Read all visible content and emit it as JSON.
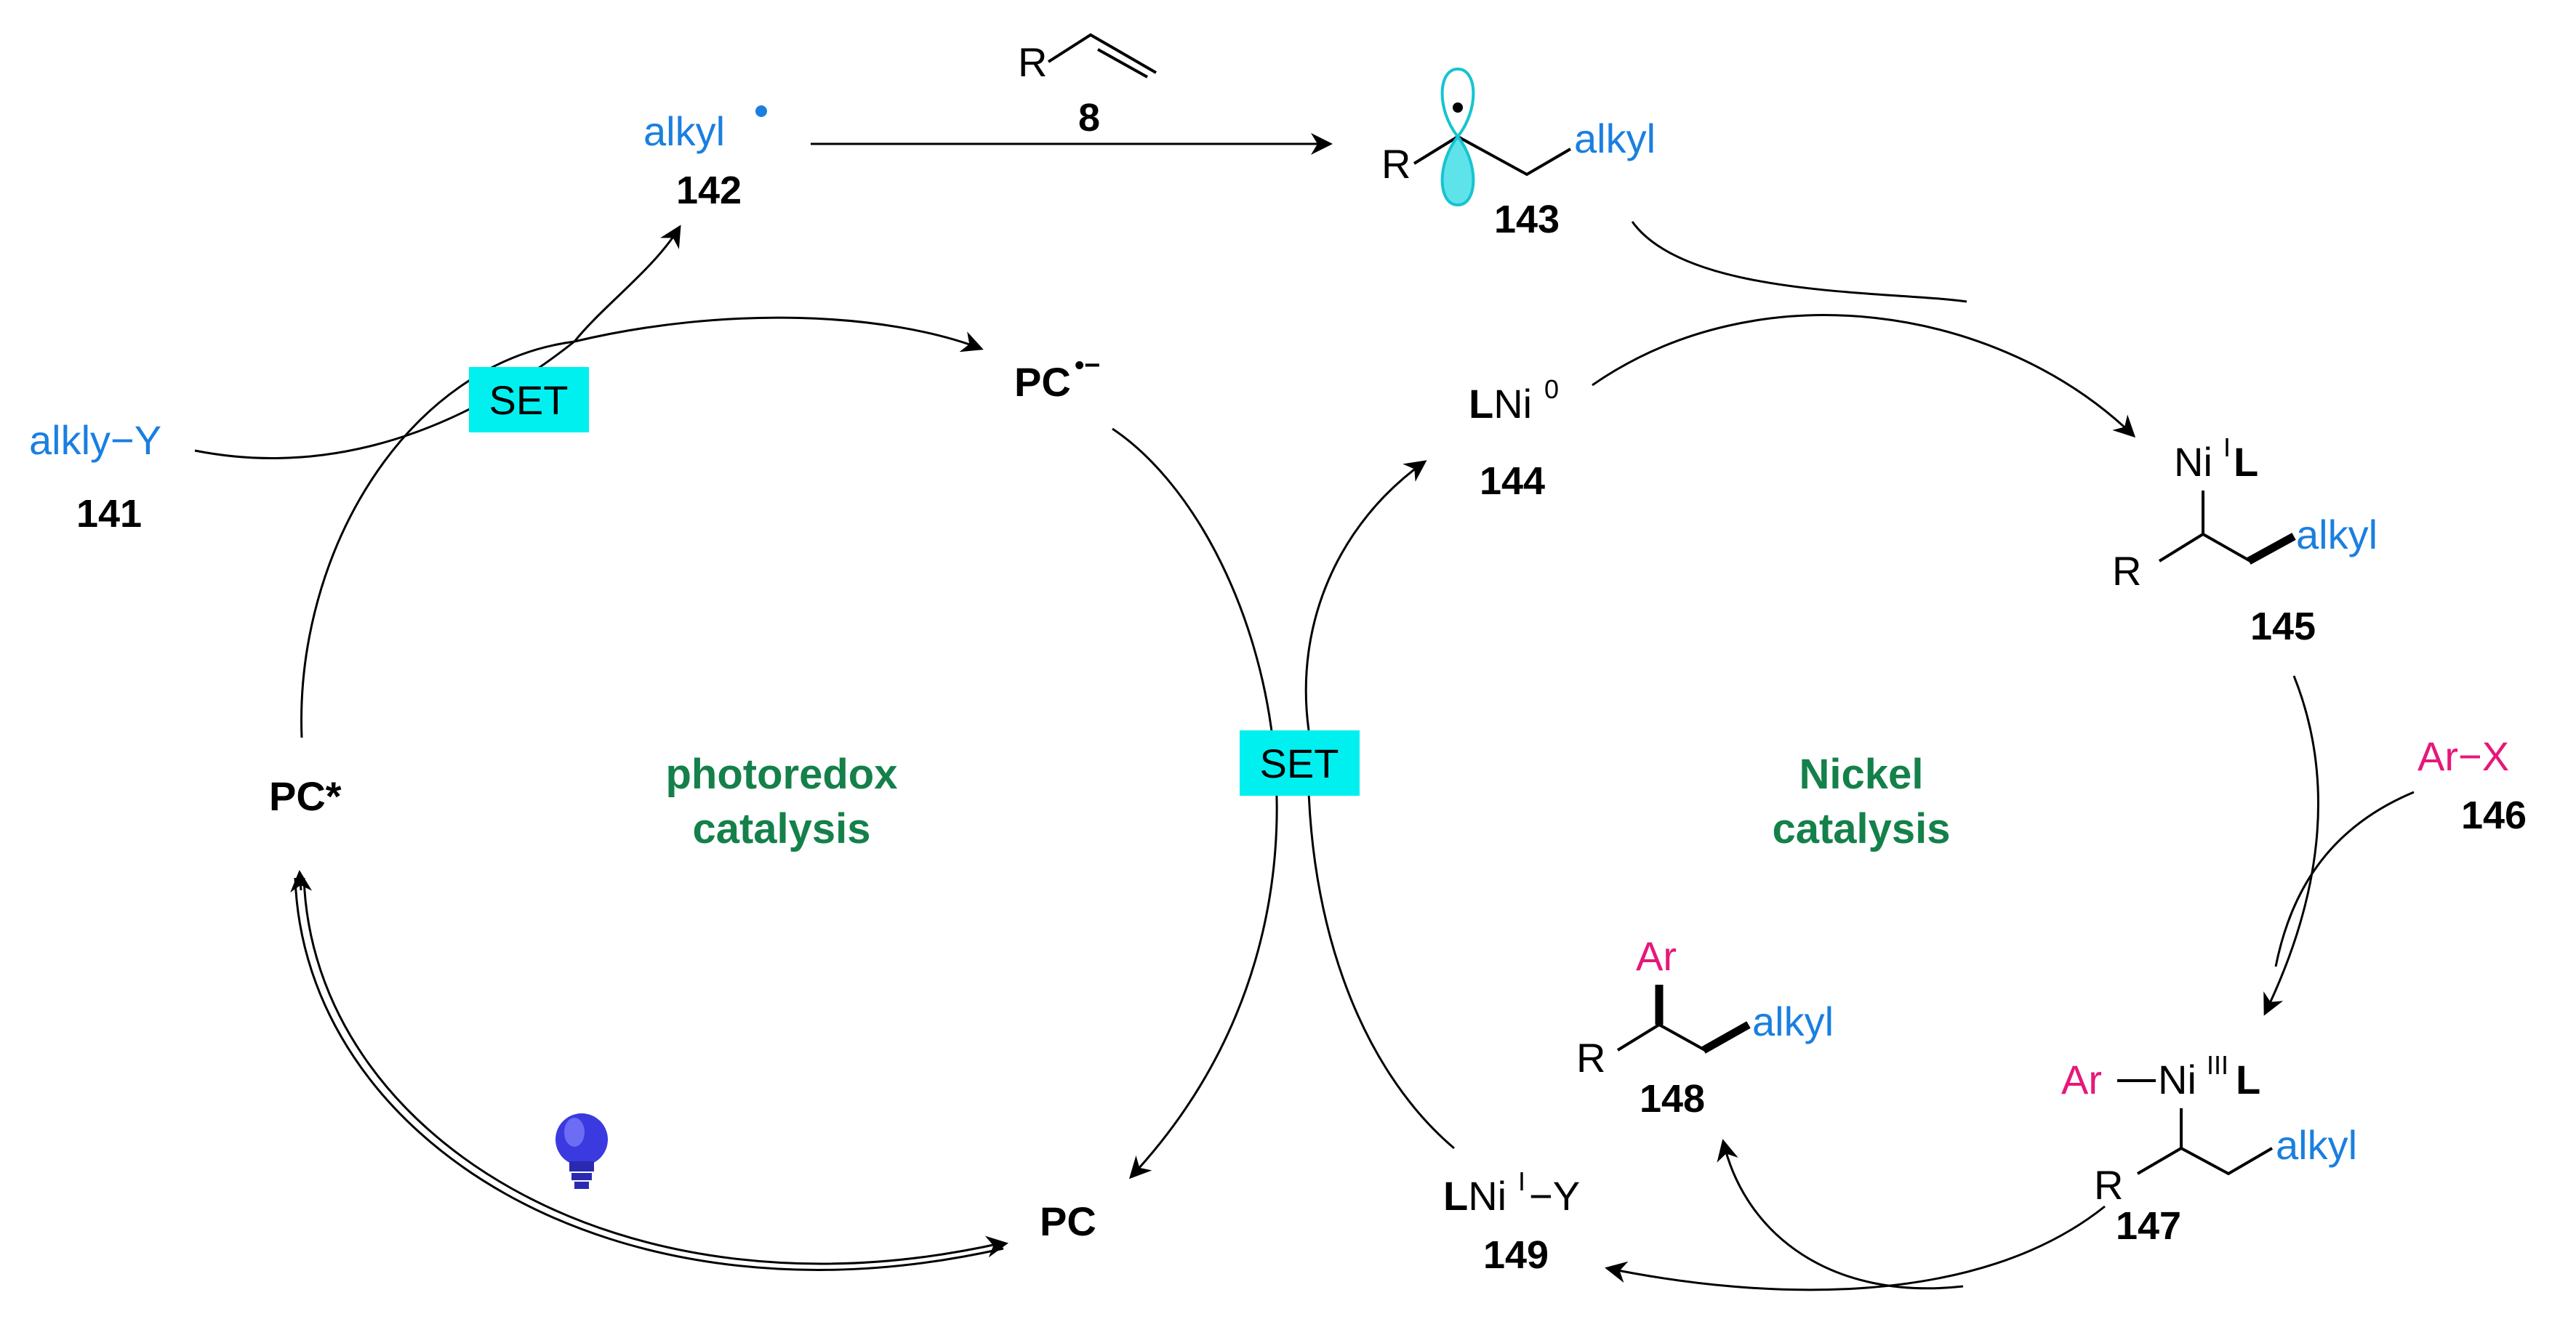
{
  "colors": {
    "blue": "#1a7fe0",
    "pink": "#e6177a",
    "green": "#14804a",
    "set_box": "#00f0f0",
    "bulb": "#3a3ae0"
  },
  "icons": {
    "light": "lightbulb-icon"
  },
  "compounds": {
    "c141": {
      "formula": "alkly−Y",
      "number": "141"
    },
    "c142": {
      "formula": "alkyl",
      "number": "142"
    },
    "c8": {
      "R": "R",
      "number": "8"
    },
    "c143": {
      "R": "R",
      "alkyl": "alkyl",
      "number": "143"
    },
    "c144": {
      "L": "L",
      "metal": "Ni",
      "sup": "0",
      "number": "144"
    },
    "c145": {
      "metal": "Ni",
      "sup": "I",
      "L": "L",
      "R": "R",
      "alkyl": "alkyl",
      "number": "145"
    },
    "c146": {
      "formula": "Ar−X",
      "number": "146"
    },
    "c147": {
      "Ar": "Ar",
      "metal": "Ni",
      "sup": "III",
      "L": "L",
      "R": "R",
      "alkyl": "alkyl",
      "number": "147"
    },
    "c148": {
      "Ar": "Ar",
      "R": "R",
      "alkyl": "alkyl",
      "number": "148"
    },
    "c149": {
      "L": "L",
      "metal": "Ni",
      "sup": "I",
      "tail": "−Y",
      "number": "149"
    }
  },
  "photocatalyst": {
    "pc_radical_anion": "PC",
    "pc_radical_anion_sup": "•−",
    "pc": "PC",
    "pc_excited": "PC*"
  },
  "set_labels": {
    "left": "SET",
    "center": "SET"
  },
  "cycles": {
    "photoredox": [
      "photoredox",
      "catalysis"
    ],
    "nickel": [
      "Nickel",
      "catalysis"
    ]
  }
}
